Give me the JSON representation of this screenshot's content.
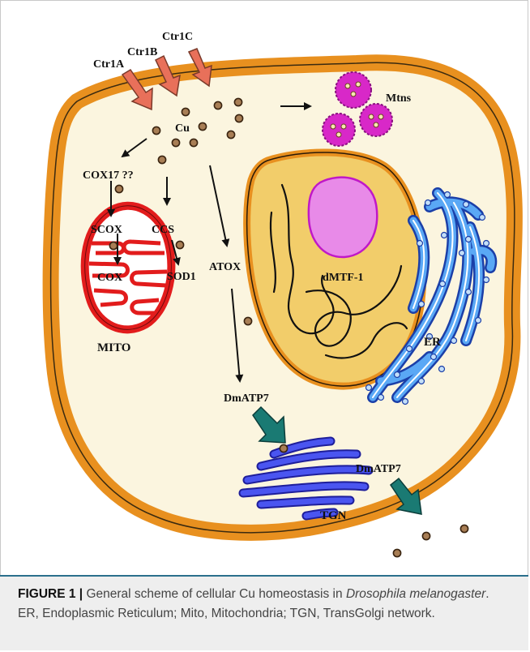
{
  "labels": {
    "ctr1a": "Ctr1A",
    "ctr1b": "Ctr1B",
    "ctr1c": "Ctr1C",
    "cu": "Cu",
    "mtns": "Mtns",
    "cox17": "COX17 ??",
    "scox": "SCOX",
    "cox": "COX",
    "ccs": "CCS",
    "sod1": "SOD1",
    "atox": "ATOX",
    "dmtf1": "dMTF-1",
    "er": "ER",
    "mito": "MITO",
    "dmatp7_top": "DmATP7",
    "dmatp7_bottom": "DmATP7",
    "tgn": "TGN"
  },
  "caption": {
    "label": "FIGURE 1 |",
    "text_1": " General scheme of cellular Cu homeostasis in ",
    "species": "Drosophila melanogaster",
    "text_2": ". ER, Endoplasmic Reticulum; Mito, Mitochondria; TGN, TransGolgi network."
  },
  "colors": {
    "membrane": "#e8901f",
    "cytoplasm": "#fbf5df",
    "transporter_arrow": "#e8705a",
    "export_arrow": "#1a7a73",
    "mito": "#e21c1c",
    "nucleus": "#f2cd6a",
    "nucleolus": "#e88ae8",
    "er": "#3f86e3",
    "tgn": "#3b3ee0",
    "metallothionein": "#d828c8",
    "copper": "#a87e55"
  }
}
